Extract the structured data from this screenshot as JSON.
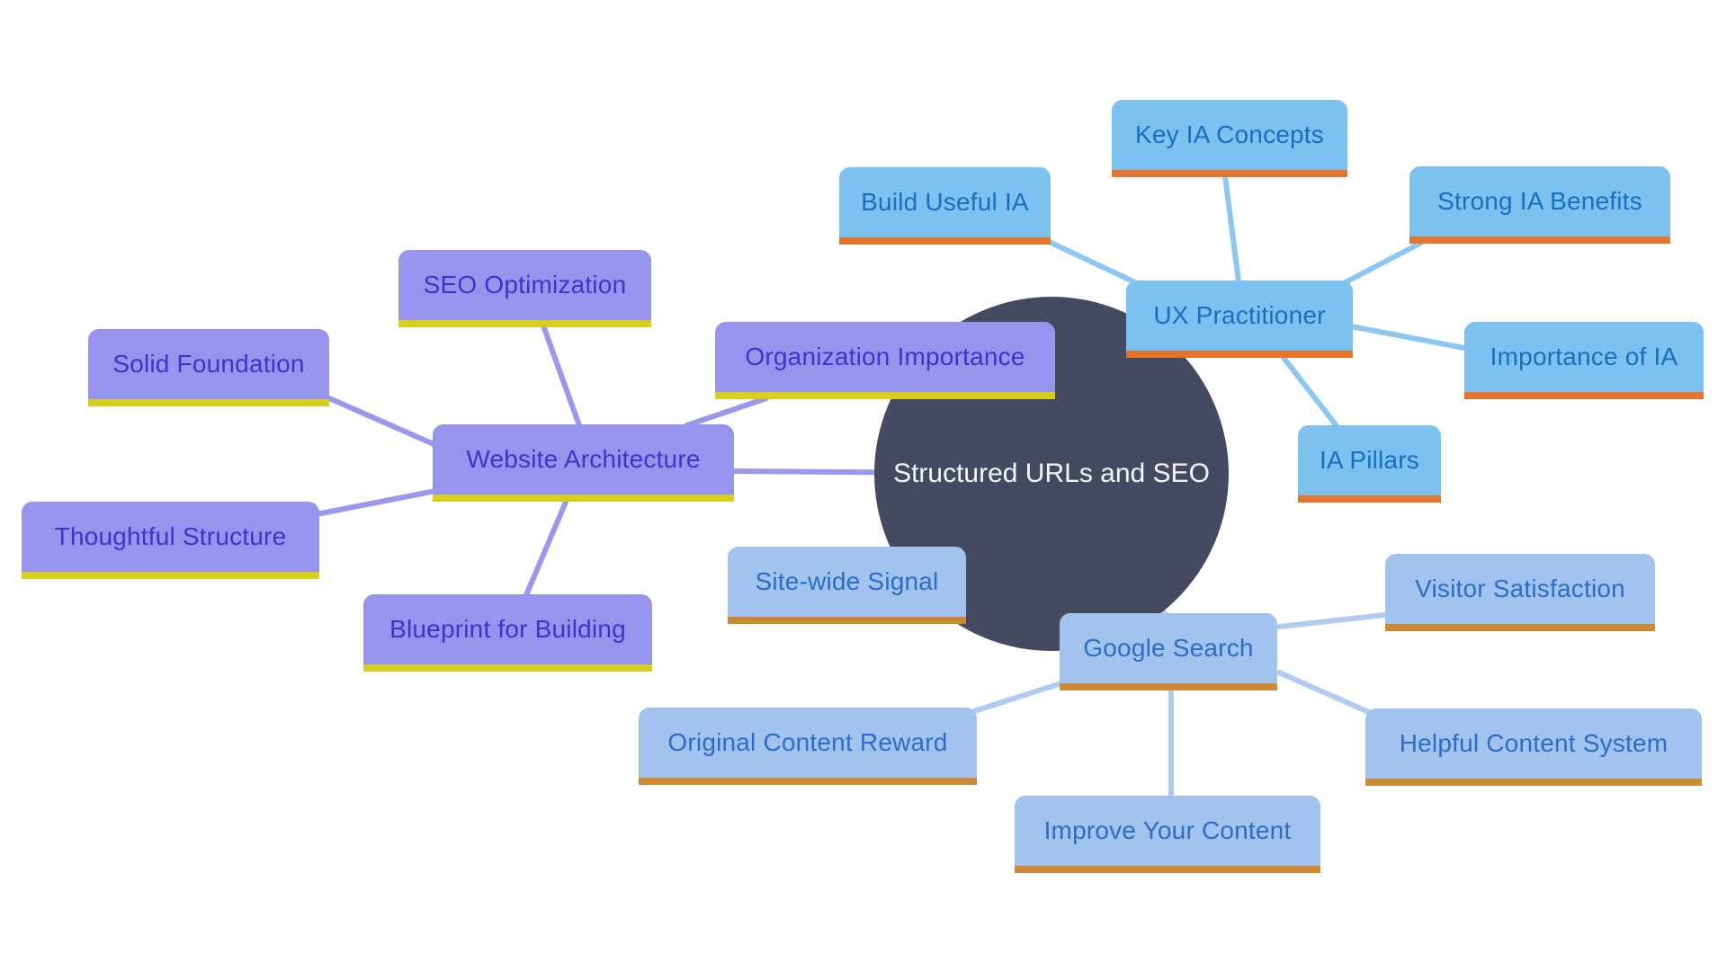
{
  "central": {
    "label": "Structured URLs and SEO",
    "circle_color": "#464a61",
    "text_color": "#f5f6f8"
  },
  "clusters": {
    "website_architecture": {
      "fill": "#9694ec",
      "underline": "#d7ce1f",
      "text_color": "#3e33d0",
      "edge_color": "#9a98ee"
    },
    "ux_practitioner": {
      "fill": "#7cc1f0",
      "underline": "#e2742c",
      "text_color": "#176fc1",
      "edge_color": "#8ec6f2"
    },
    "google_search": {
      "fill": "#a2c3ee",
      "underline": "#cb8a33",
      "text_color": "#2b6dc9",
      "edge_color": "#aecbf1"
    }
  },
  "nodes": [
    {
      "id": "website-architecture",
      "label": "Website Architecture",
      "cluster": "website_architecture"
    },
    {
      "id": "seo-optimization",
      "label": "SEO Optimization",
      "cluster": "website_architecture"
    },
    {
      "id": "solid-foundation",
      "label": "Solid Foundation",
      "cluster": "website_architecture"
    },
    {
      "id": "thoughtful-structure",
      "label": "Thoughtful Structure",
      "cluster": "website_architecture"
    },
    {
      "id": "blueprint-for-building",
      "label": "Blueprint for Building",
      "cluster": "website_architecture"
    },
    {
      "id": "organization-importance",
      "label": "Organization Importance",
      "cluster": "website_architecture"
    },
    {
      "id": "ux-practitioner",
      "label": "UX Practitioner",
      "cluster": "ux_practitioner"
    },
    {
      "id": "key-ia-concepts",
      "label": "Key IA Concepts",
      "cluster": "ux_practitioner"
    },
    {
      "id": "build-useful-ia",
      "label": "Build Useful IA",
      "cluster": "ux_practitioner"
    },
    {
      "id": "strong-ia-benefits",
      "label": "Strong IA Benefits",
      "cluster": "ux_practitioner"
    },
    {
      "id": "importance-of-ia",
      "label": "Importance of IA",
      "cluster": "ux_practitioner"
    },
    {
      "id": "ia-pillars",
      "label": "IA Pillars",
      "cluster": "ux_practitioner"
    },
    {
      "id": "google-search",
      "label": "Google Search",
      "cluster": "google_search"
    },
    {
      "id": "site-wide-signal",
      "label": "Site-wide Signal",
      "cluster": "google_search"
    },
    {
      "id": "visitor-satisfaction",
      "label": "Visitor Satisfaction",
      "cluster": "google_search"
    },
    {
      "id": "original-content-reward",
      "label": "Original Content Reward",
      "cluster": "google_search"
    },
    {
      "id": "helpful-content-system",
      "label": "Helpful Content System",
      "cluster": "google_search"
    },
    {
      "id": "improve-your-content",
      "label": "Improve Your Content",
      "cluster": "google_search"
    }
  ],
  "edges": [
    {
      "from": "seo-optimization",
      "to": "website-architecture"
    },
    {
      "from": "solid-foundation",
      "to": "website-architecture"
    },
    {
      "from": "thoughtful-structure",
      "to": "website-architecture"
    },
    {
      "from": "blueprint-for-building",
      "to": "website-architecture"
    },
    {
      "from": "organization-importance",
      "to": "website-architecture"
    },
    {
      "from": "website-architecture",
      "to": "central"
    },
    {
      "from": "build-useful-ia",
      "to": "ux-practitioner"
    },
    {
      "from": "key-ia-concepts",
      "to": "ux-practitioner"
    },
    {
      "from": "strong-ia-benefits",
      "to": "ux-practitioner"
    },
    {
      "from": "importance-of-ia",
      "to": "ux-practitioner"
    },
    {
      "from": "ia-pillars",
      "to": "ux-practitioner"
    },
    {
      "from": "ux-practitioner",
      "to": "central"
    },
    {
      "from": "visitor-satisfaction",
      "to": "google-search"
    },
    {
      "from": "helpful-content-system",
      "to": "google-search"
    },
    {
      "from": "improve-your-content",
      "to": "google-search"
    },
    {
      "from": "original-content-reward",
      "to": "google-search"
    },
    {
      "from": "google-search",
      "to": "central"
    },
    {
      "from": "site-wide-signal",
      "to": "central"
    }
  ]
}
